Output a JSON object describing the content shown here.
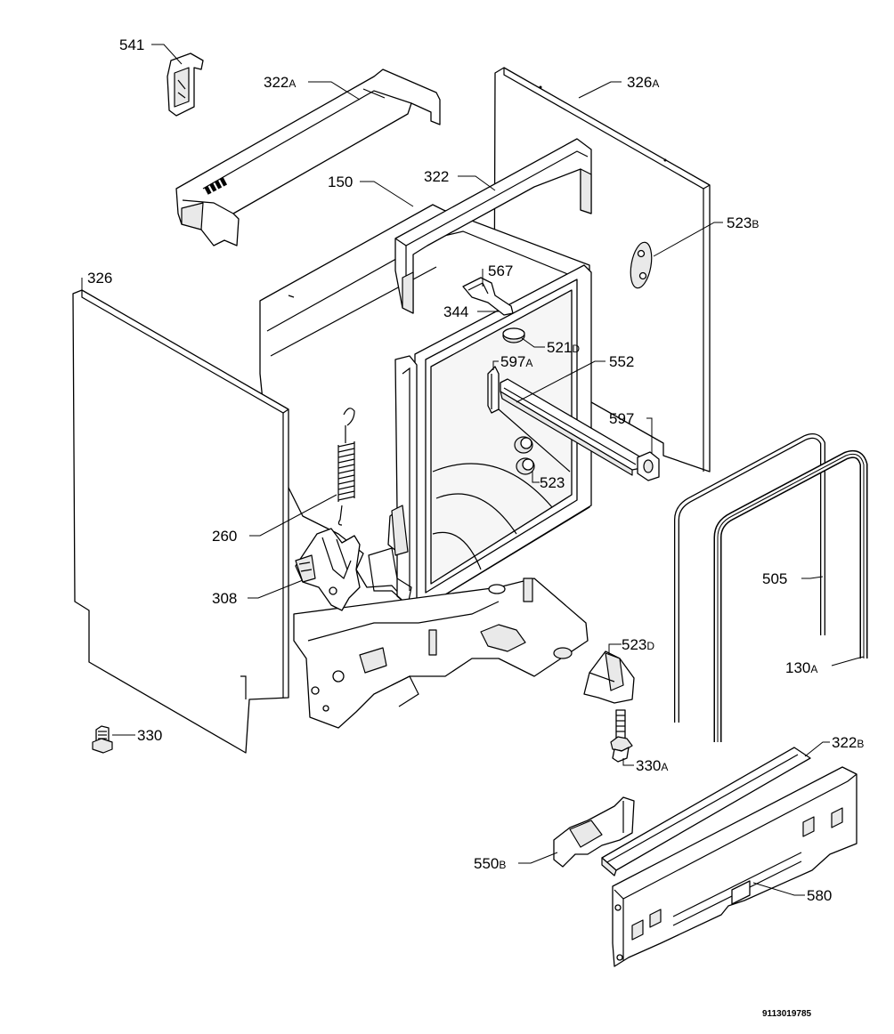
{
  "diagram_code": "9113019785",
  "labels": {
    "l541": {
      "num": "541",
      "suf": ""
    },
    "l322a": {
      "num": "322",
      "suf": "A"
    },
    "l326a": {
      "num": "326",
      "suf": "A"
    },
    "l150": {
      "num": "150",
      "suf": ""
    },
    "l322": {
      "num": "322",
      "suf": ""
    },
    "l523b": {
      "num": "523",
      "suf": "B"
    },
    "l326": {
      "num": "326",
      "suf": ""
    },
    "l567": {
      "num": "567",
      "suf": ""
    },
    "l344": {
      "num": "344",
      "suf": ""
    },
    "l521d": {
      "num": "521",
      "suf": "D"
    },
    "l597a": {
      "num": "597",
      "suf": "A"
    },
    "l552": {
      "num": "552",
      "suf": ""
    },
    "l597": {
      "num": "597",
      "suf": ""
    },
    "l523": {
      "num": "523",
      "suf": ""
    },
    "l260": {
      "num": "260",
      "suf": ""
    },
    "l308": {
      "num": "308",
      "suf": ""
    },
    "l505": {
      "num": "505",
      "suf": ""
    },
    "l523d": {
      "num": "523",
      "suf": "D"
    },
    "l130a": {
      "num": "130",
      "suf": "A"
    },
    "l330": {
      "num": "330",
      "suf": ""
    },
    "l330a": {
      "num": "330",
      "suf": "A"
    },
    "l322b": {
      "num": "322",
      "suf": "B"
    },
    "l550b": {
      "num": "550",
      "suf": "B"
    },
    "l580": {
      "num": "580",
      "suf": ""
    }
  }
}
